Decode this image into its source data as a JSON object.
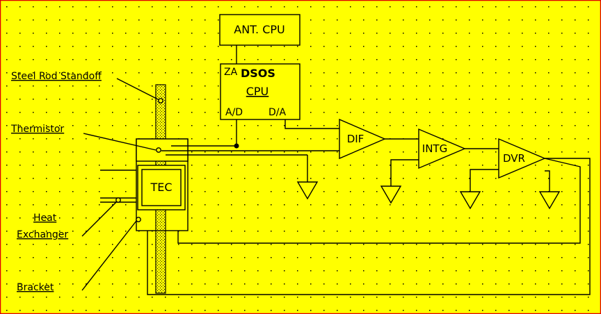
{
  "colors": {
    "background": "#ffff00",
    "border": "#e00000",
    "line": "#000000"
  },
  "callouts": {
    "steel_rod": "Steel Rod Standoff",
    "thermistor": "Thermistor",
    "heat_line1": "Heat",
    "heat_line2": "Exchanger",
    "bracket": "Bracket"
  },
  "blocks": {
    "ant_cpu": "ANT. CPU",
    "dsos_prefix": "ZA",
    "dsos": "DSOS",
    "dsos_cpu": "CPU",
    "ad": "A/D",
    "da": "D/A",
    "tec": "TEC"
  },
  "amplifiers": {
    "dif": "DIF",
    "intg": "INTG",
    "dvr": "DVR"
  },
  "icons": {
    "ground": "ground-symbol-icon",
    "junction": "junction-dot-icon"
  }
}
